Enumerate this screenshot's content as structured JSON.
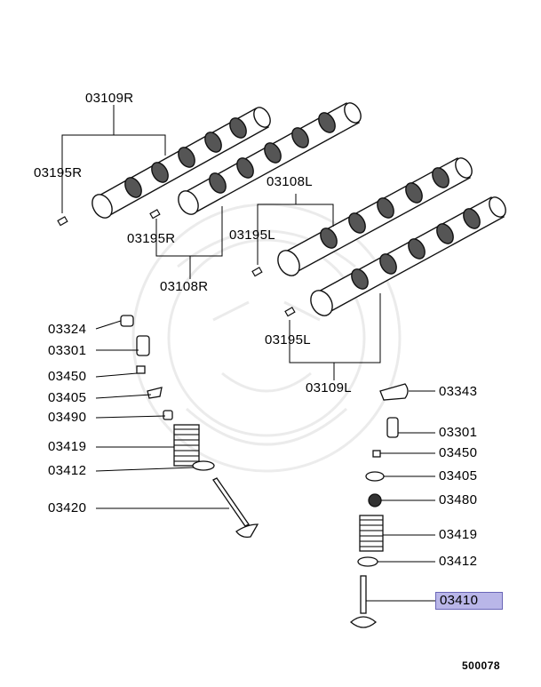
{
  "catalog_number": "500078",
  "highlight_color": "#b9b6e8",
  "parts": {
    "camshaft_a": "03109R",
    "pin_a": "03195R",
    "pin_b": "03195R",
    "camshaft_b": "03108R",
    "camshaft_c": "03108L",
    "pin_c": "03195L",
    "pin_d": "03195L",
    "camshaft_d": "03109L",
    "left_adjuster": "03324",
    "left_lifter": "03301",
    "left_lash": "03450",
    "left_seat": "03405",
    "left_cap": "03490",
    "left_spring": "03419",
    "left_retainer": "03412",
    "left_valve": "03420",
    "right_rocker": "03343",
    "right_lifter": "03301",
    "right_lash": "03450",
    "right_seat": "03405",
    "right_seal": "03480",
    "right_spring": "03419",
    "right_retainer": "03412",
    "right_valve": "03410"
  }
}
